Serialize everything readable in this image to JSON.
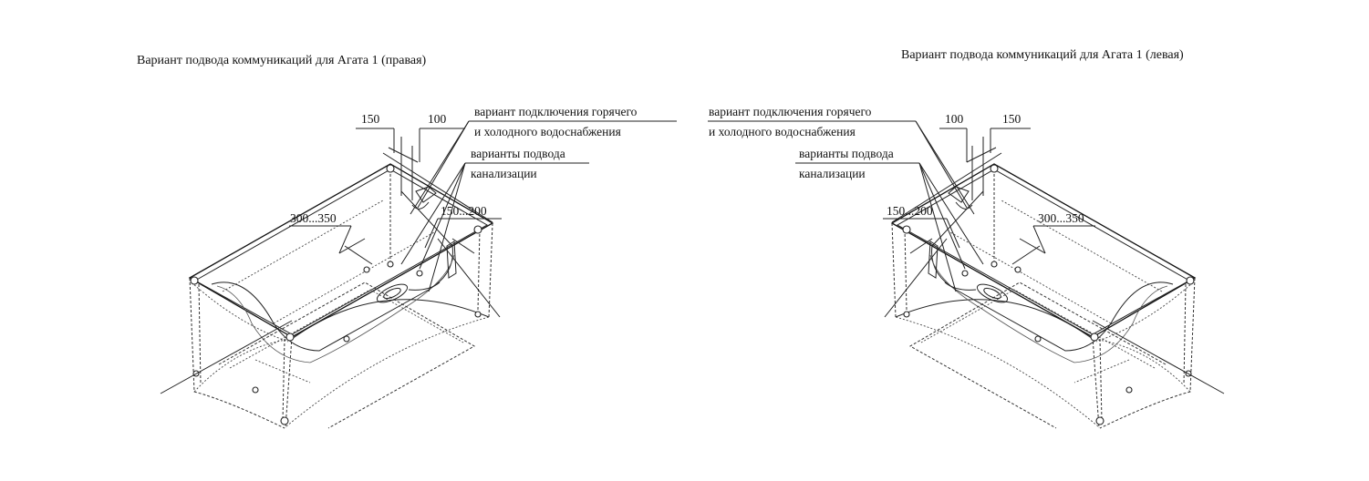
{
  "figures": [
    {
      "title": "Вариант подвода коммуникаций для Агата 1 (правая)",
      "water_label_1": "вариант подключения горячего",
      "water_label_2": "и холодного водоснабжения",
      "drain_label_1": "варианты подвода",
      "drain_label_2": "канализации",
      "dim_a": "150",
      "dim_b": "100",
      "dim_c": "300...350",
      "dim_d": "150...200"
    },
    {
      "title": "Вариант подвода коммуникаций для Агата 1 (левая)",
      "water_label_1": "вариант подключения горячего",
      "water_label_2": "и холодного водоснабжения",
      "drain_label_1": "варианты подвода",
      "drain_label_2": "канализации",
      "dim_a": "100",
      "dim_b": "150",
      "dim_c": "150...200",
      "dim_d": "300...350"
    }
  ]
}
